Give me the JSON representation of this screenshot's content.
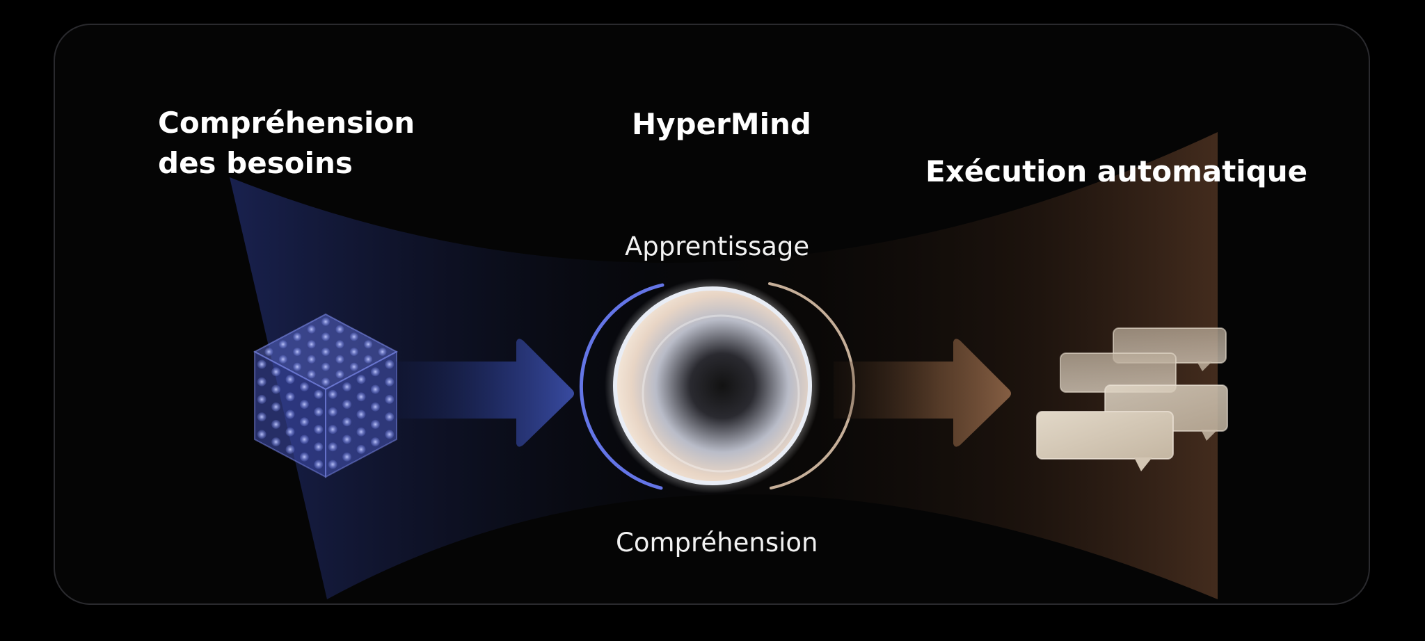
{
  "diagram": {
    "left_title": "Compréhension des besoins",
    "center_title": "HyperMind",
    "right_title": "Exécution automatique",
    "top_label": "Apprentissage",
    "bottom_label": "Compréhension"
  },
  "icons": {
    "left": "glowing-cube-icon",
    "center": "glass-sphere-icon",
    "right": "chat-bubbles-icon",
    "arrows": "arrow-right-icon"
  },
  "colors": {
    "background": "#000000",
    "panel_border": "#2a2a2e",
    "left_accent": "#4a5fd8",
    "right_accent": "#c9a27e",
    "text": "#ffffff"
  }
}
